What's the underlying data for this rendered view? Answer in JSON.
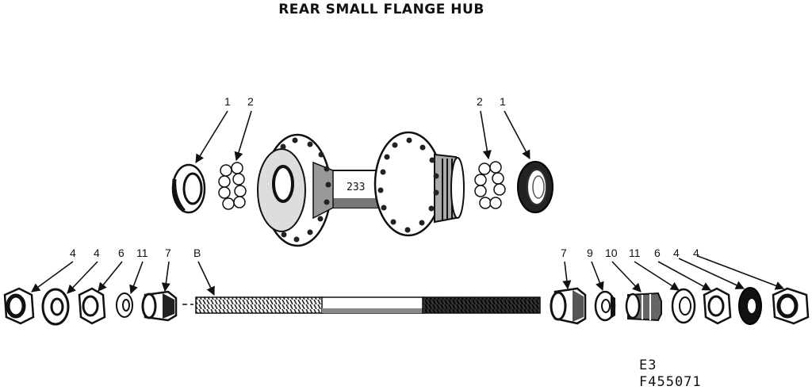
{
  "title": "REAR SMALL FLANGE HUB",
  "hub_marking": "233",
  "callouts": {
    "top_left_1": "1",
    "top_left_2": "2",
    "top_right_2": "2",
    "top_right_1": "1",
    "bl_4a": "4",
    "bl_4b": "4",
    "bl_6": "6",
    "bl_11": "11",
    "bl_7": "7",
    "axle_b": "B",
    "br_7": "7",
    "br_9": "9",
    "br_10": "10",
    "br_11": "11",
    "br_6": "6",
    "br_4a": "4",
    "br_4b": "4"
  },
  "figure_codes": {
    "line1": "E3",
    "line2": "F455071"
  }
}
